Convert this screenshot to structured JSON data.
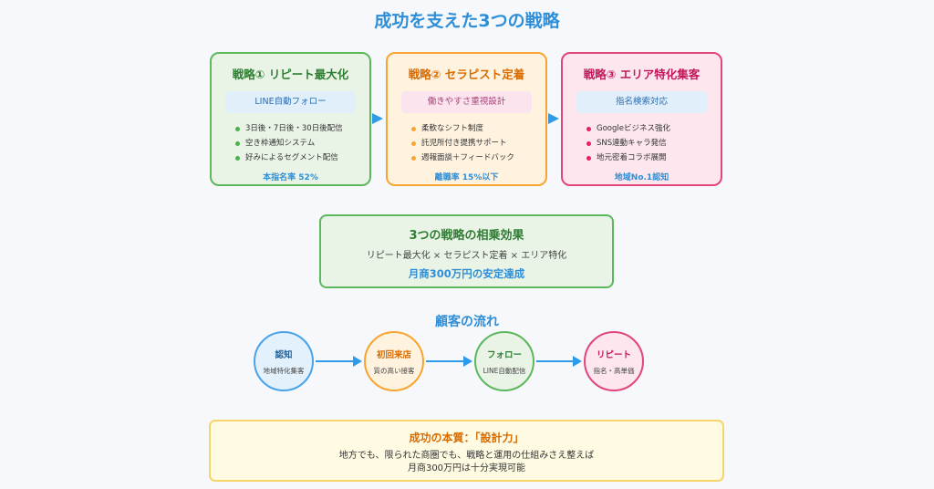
{
  "title": "成功を支えた3つの戦略",
  "strategies": [
    {
      "title": "戦略① リピート最大化",
      "tag": "LINE自動フォロー",
      "items": [
        "3日後・7日後・30日後配信",
        "空き枠通知システム",
        "好みによるセグメント配信"
      ],
      "result": "本指名率 52%"
    },
    {
      "title": "戦略② セラピスト定着",
      "tag": "働きやすさ重視設計",
      "items": [
        "柔軟なシフト制度",
        "託児所付き提携サポート",
        "週報面談＋フィードバック"
      ],
      "result": "離職率 15%以下"
    },
    {
      "title": "戦略③ エリア特化集客",
      "tag": "指名検索対応",
      "items": [
        "Googleビジネス強化",
        "SNS連動キャラ発信",
        "地元密着コラボ展開"
      ],
      "result": "地域No.1認知"
    }
  ],
  "synergy": {
    "title": "3つの戦略の相乗効果",
    "line": "リピート最大化 × セラピスト定着 × エリア特化",
    "result": "月商300万円の安定達成"
  },
  "flow": {
    "title": "顧客の流れ",
    "nodes": [
      {
        "label": "認知",
        "sub": "地域特化集客"
      },
      {
        "label": "初回来店",
        "sub": "質の高い接客"
      },
      {
        "label": "フォロー",
        "sub": "LINE自動配信"
      },
      {
        "label": "リピート",
        "sub": "指名・高単価"
      }
    ]
  },
  "essence": {
    "title": "成功の本質：「設計力」",
    "line1": "地方でも、限られた商圏でも、戦略と運用の仕組みさえ整えば",
    "line2": "月商300万円は十分実現可能"
  },
  "colors": {
    "accent_blue": "#2e8fd8",
    "green": "#5cb85c",
    "orange": "#f7a530",
    "pink": "#e0457b",
    "yellow": "#f5d56a"
  }
}
